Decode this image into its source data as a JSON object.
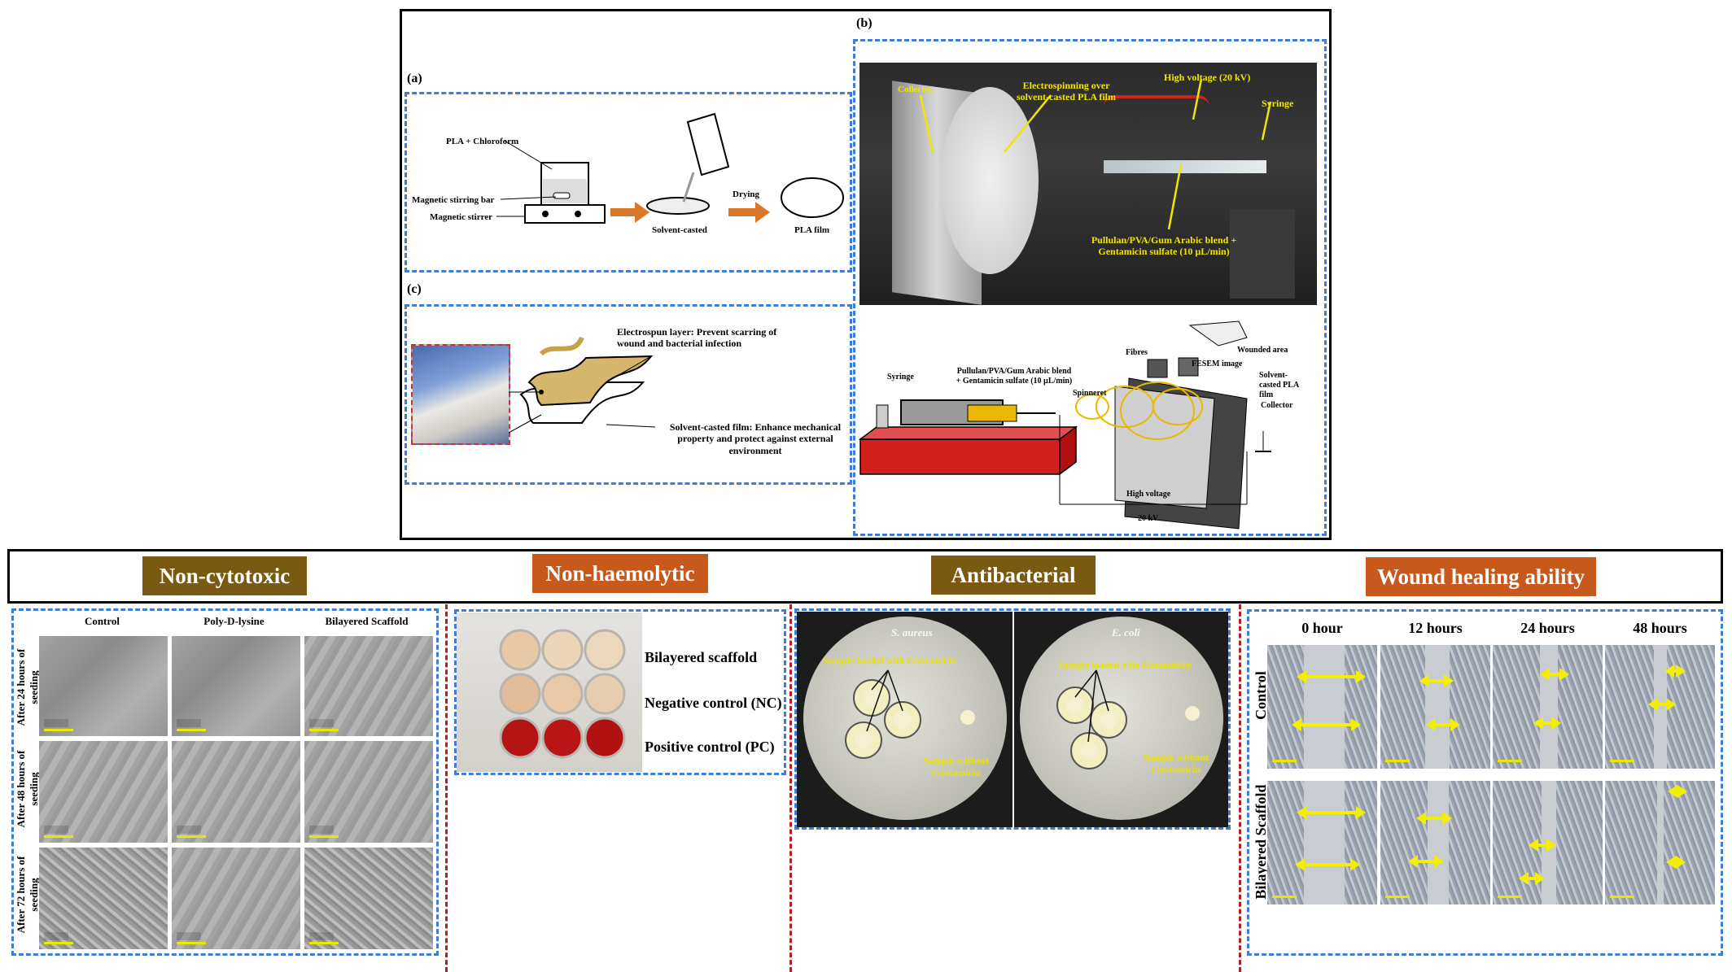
{
  "top_panel": {
    "a": {
      "label": "(a)",
      "pla_chloroform": "PLA + Chloroform",
      "stirring_bar": "Magnetic stirring bar",
      "stirrer": "Magnetic stirrer",
      "solvent_casted": "Solvent-casted",
      "drying": "Drying",
      "pla_film": "PLA film"
    },
    "b": {
      "label": "(b)",
      "photo": {
        "collector": "Collector",
        "electrospinning": "Electrospinning over solvent-casted PLA film",
        "high_voltage": "High voltage (20 kV)",
        "syringe": "Syringe",
        "blend": "Pullulan/PVA/Gum Arabic blend + Gentamicin sulfate (10 µL/min)"
      },
      "schematic": {
        "syringe": "Syringe",
        "blend": "Pullulan/PVA/Gum Arabic blend + Gentamicin sulfate (10 µL/min)",
        "spinneret": "Spinneret",
        "fibres": "Fibres",
        "fesem": "FESEM image",
        "wounded": "Wounded area",
        "solvent_pla": "Solvent-casted PLA film",
        "collector": "Collector",
        "high_voltage": "High voltage",
        "kv": "20 kV"
      }
    },
    "c": {
      "label": "(c)",
      "electrospun": "Electrospun layer: Prevent scarring of wound and bacterial infection",
      "solvent_film": "Solvent-casted film: Enhance mechanical property and protect against external environment"
    }
  },
  "headers": {
    "non_cytotoxic": "Non-cytotoxic",
    "non_haemolytic": "Non-haemolytic",
    "antibacterial": "Antibacterial",
    "wound_healing": "Wound  healing ability"
  },
  "colors": {
    "hdr_brown": "#7a5a13",
    "hdr_orange": "#c8591c",
    "dash_blue": "#3f7ed4",
    "divider_red": "#b02020",
    "arrow_yellow": "#f2ef00"
  },
  "cyto": {
    "columns": [
      "Control",
      "Poly-D-lysine",
      "Bilayered Scaffold"
    ],
    "rows": [
      "After 24 hours of seeding",
      "After 48 hours of seeding",
      "After 72 hours of seeding"
    ],
    "scale": "100 µm"
  },
  "haemo": {
    "bilayered": "Bilayered scaffold",
    "nc": "Negative control (NC)",
    "pc": "Positive control (PC)"
  },
  "antibac": {
    "left_title": "S. aureus",
    "right_title": "E. coli",
    "loaded": "Sample loaded with Gentamicin",
    "without": "Sample without Gentamicin"
  },
  "wound": {
    "columns": [
      "0 hour",
      "12 hours",
      "24 hours",
      "48 hours"
    ],
    "rows": [
      "Control",
      "Bilayered Scaffold"
    ],
    "scale": "100 µm"
  }
}
